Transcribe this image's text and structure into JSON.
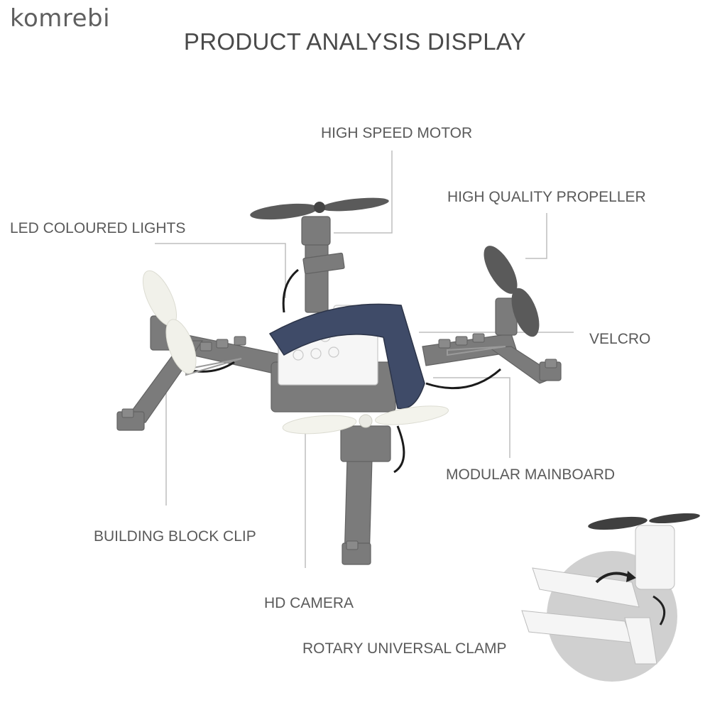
{
  "watermark": "komrebi",
  "title": "PRODUCT ANALYSIS DISPLAY",
  "labels": {
    "high_speed_motor": "HIGH SPEED MOTOR",
    "high_quality_propeller": "HIGH QUALITY PROPELLER",
    "led_coloured_lights": "LED COLOURED LIGHTS",
    "velcro": "VELCRO",
    "modular_mainboard": "MODULAR MAINBOARD",
    "building_block_clip": "BUILDING BLOCK CLIP",
    "hd_camera": "HD CAMERA",
    "rotary_universal_clamp": "ROTARY UNIVERSAL CLAMP"
  },
  "colors": {
    "frame": "#7c7c7c",
    "frame_dark": "#5f5f5f",
    "propeller_dark": "#555555",
    "propeller_light": "#f2f2ec",
    "strap": "#3e4a66",
    "block": "#f7f7f7",
    "leader_line": "#bdbdbd",
    "inset_circle": "#cfcfcf"
  }
}
